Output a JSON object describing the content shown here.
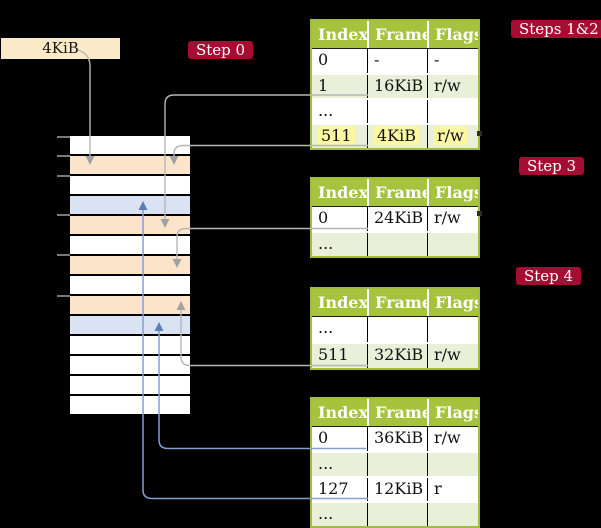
{
  "colors": {
    "background": "#000000",
    "table_header_green": "#a6c33e",
    "table_border_green": "#a2bd39",
    "row_light_green": "#e9efd8",
    "highlight_yellow": "#fbf8a5",
    "badge_red": "#a60d33",
    "frame_label_cream": "#fbeac7",
    "stack_frame_peach": "#fce4ca",
    "stack_page_blue": "#d9e3f4",
    "gray_connector": "#b4b6b8",
    "blue_connector": "#84a0cf"
  },
  "frame_label": "4KiB",
  "badges": {
    "step0": "Step 0",
    "steps_1_and_2": "Steps 1&2",
    "step3": "Step 3",
    "step4": "Step 4"
  },
  "tables": [
    {
      "headers": [
        "Index",
        "Frame",
        "Flags"
      ],
      "rows": [
        {
          "cells": [
            "0",
            "-",
            "-"
          ]
        },
        {
          "cells": [
            "1",
            "16KiB",
            "r/w"
          ]
        },
        {
          "cells": [
            "...",
            "",
            ""
          ]
        },
        {
          "cells": [
            "511",
            "4KiB",
            "r/w"
          ],
          "highlighted": true
        }
      ]
    },
    {
      "headers": [
        "Index",
        "Frame",
        "Flags"
      ],
      "rows": [
        {
          "cells": [
            "0",
            "24KiB",
            "r/w"
          ]
        },
        {
          "cells": [
            "...",
            "",
            ""
          ]
        }
      ]
    },
    {
      "headers": [
        "Index",
        "Frame",
        "Flags"
      ],
      "rows": [
        {
          "cells": [
            "...",
            "",
            ""
          ]
        },
        {
          "cells": [
            "511",
            "32KiB",
            "r/w"
          ]
        }
      ]
    },
    {
      "headers": [
        "Index",
        "Frame",
        "Flags"
      ],
      "rows": [
        {
          "cells": [
            "0",
            "36KiB",
            "r/w"
          ]
        },
        {
          "cells": [
            "...",
            "",
            ""
          ]
        },
        {
          "cells": [
            "127",
            "12KiB",
            "r"
          ]
        },
        {
          "cells": [
            "...",
            "",
            ""
          ]
        }
      ]
    }
  ],
  "memory_stack": {
    "rows": [
      "white",
      "peach",
      "white",
      "blue",
      "peach",
      "white",
      "peach",
      "white",
      "peach",
      "blue",
      "white",
      "white",
      "white",
      "white"
    ]
  }
}
